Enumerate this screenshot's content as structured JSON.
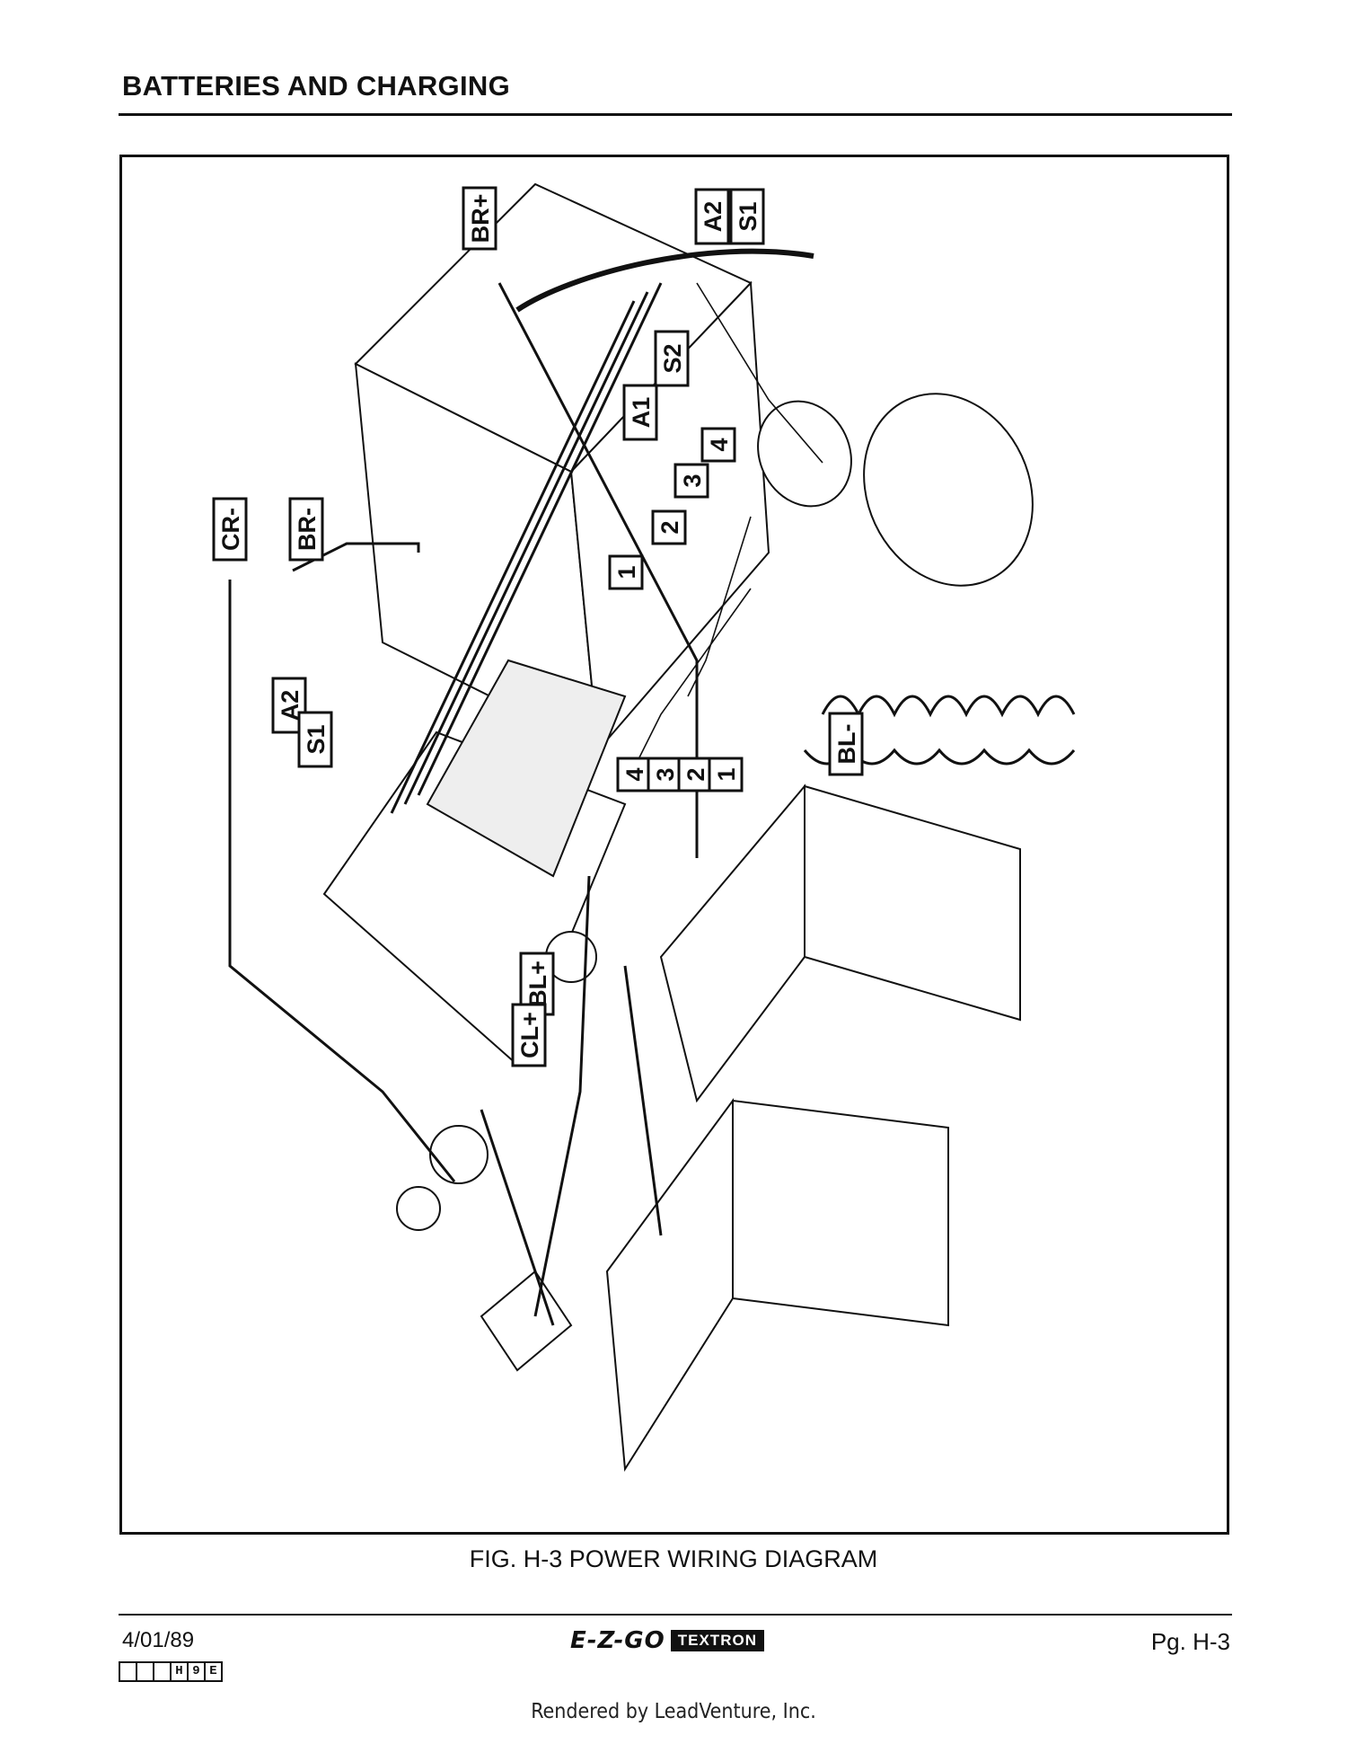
{
  "header": {
    "title": "BATTERIES AND CHARGING"
  },
  "diagram": {
    "caption": "FIG. H-3 POWER WIRING DIAGRAM",
    "labels": {
      "br_plus": "BR+",
      "a2_top": "A2",
      "s1_top": "S1",
      "s2": "S2",
      "a1": "A1",
      "n4_right": "4",
      "n3_right": "3",
      "n2_right": "2",
      "n1_right": "1",
      "cr_minus": "CR-",
      "br_minus": "BR-",
      "a2_left": "A2",
      "s1_left": "S1",
      "n4_center": "4",
      "n3_center": "3",
      "n2_center": "2",
      "n1_center": "1",
      "bl_minus": "BL-",
      "bl_plus": "BL+",
      "cl_plus": "CL+"
    }
  },
  "footer": {
    "date": "4/01/89",
    "brand": "E-Z-GO",
    "brand_suffix": "TEXTRON",
    "page": "Pg. H-3",
    "code_boxes": [
      "",
      "",
      "",
      "H",
      "9",
      "E"
    ],
    "rendered_by": "Rendered by LeadVenture, Inc."
  }
}
